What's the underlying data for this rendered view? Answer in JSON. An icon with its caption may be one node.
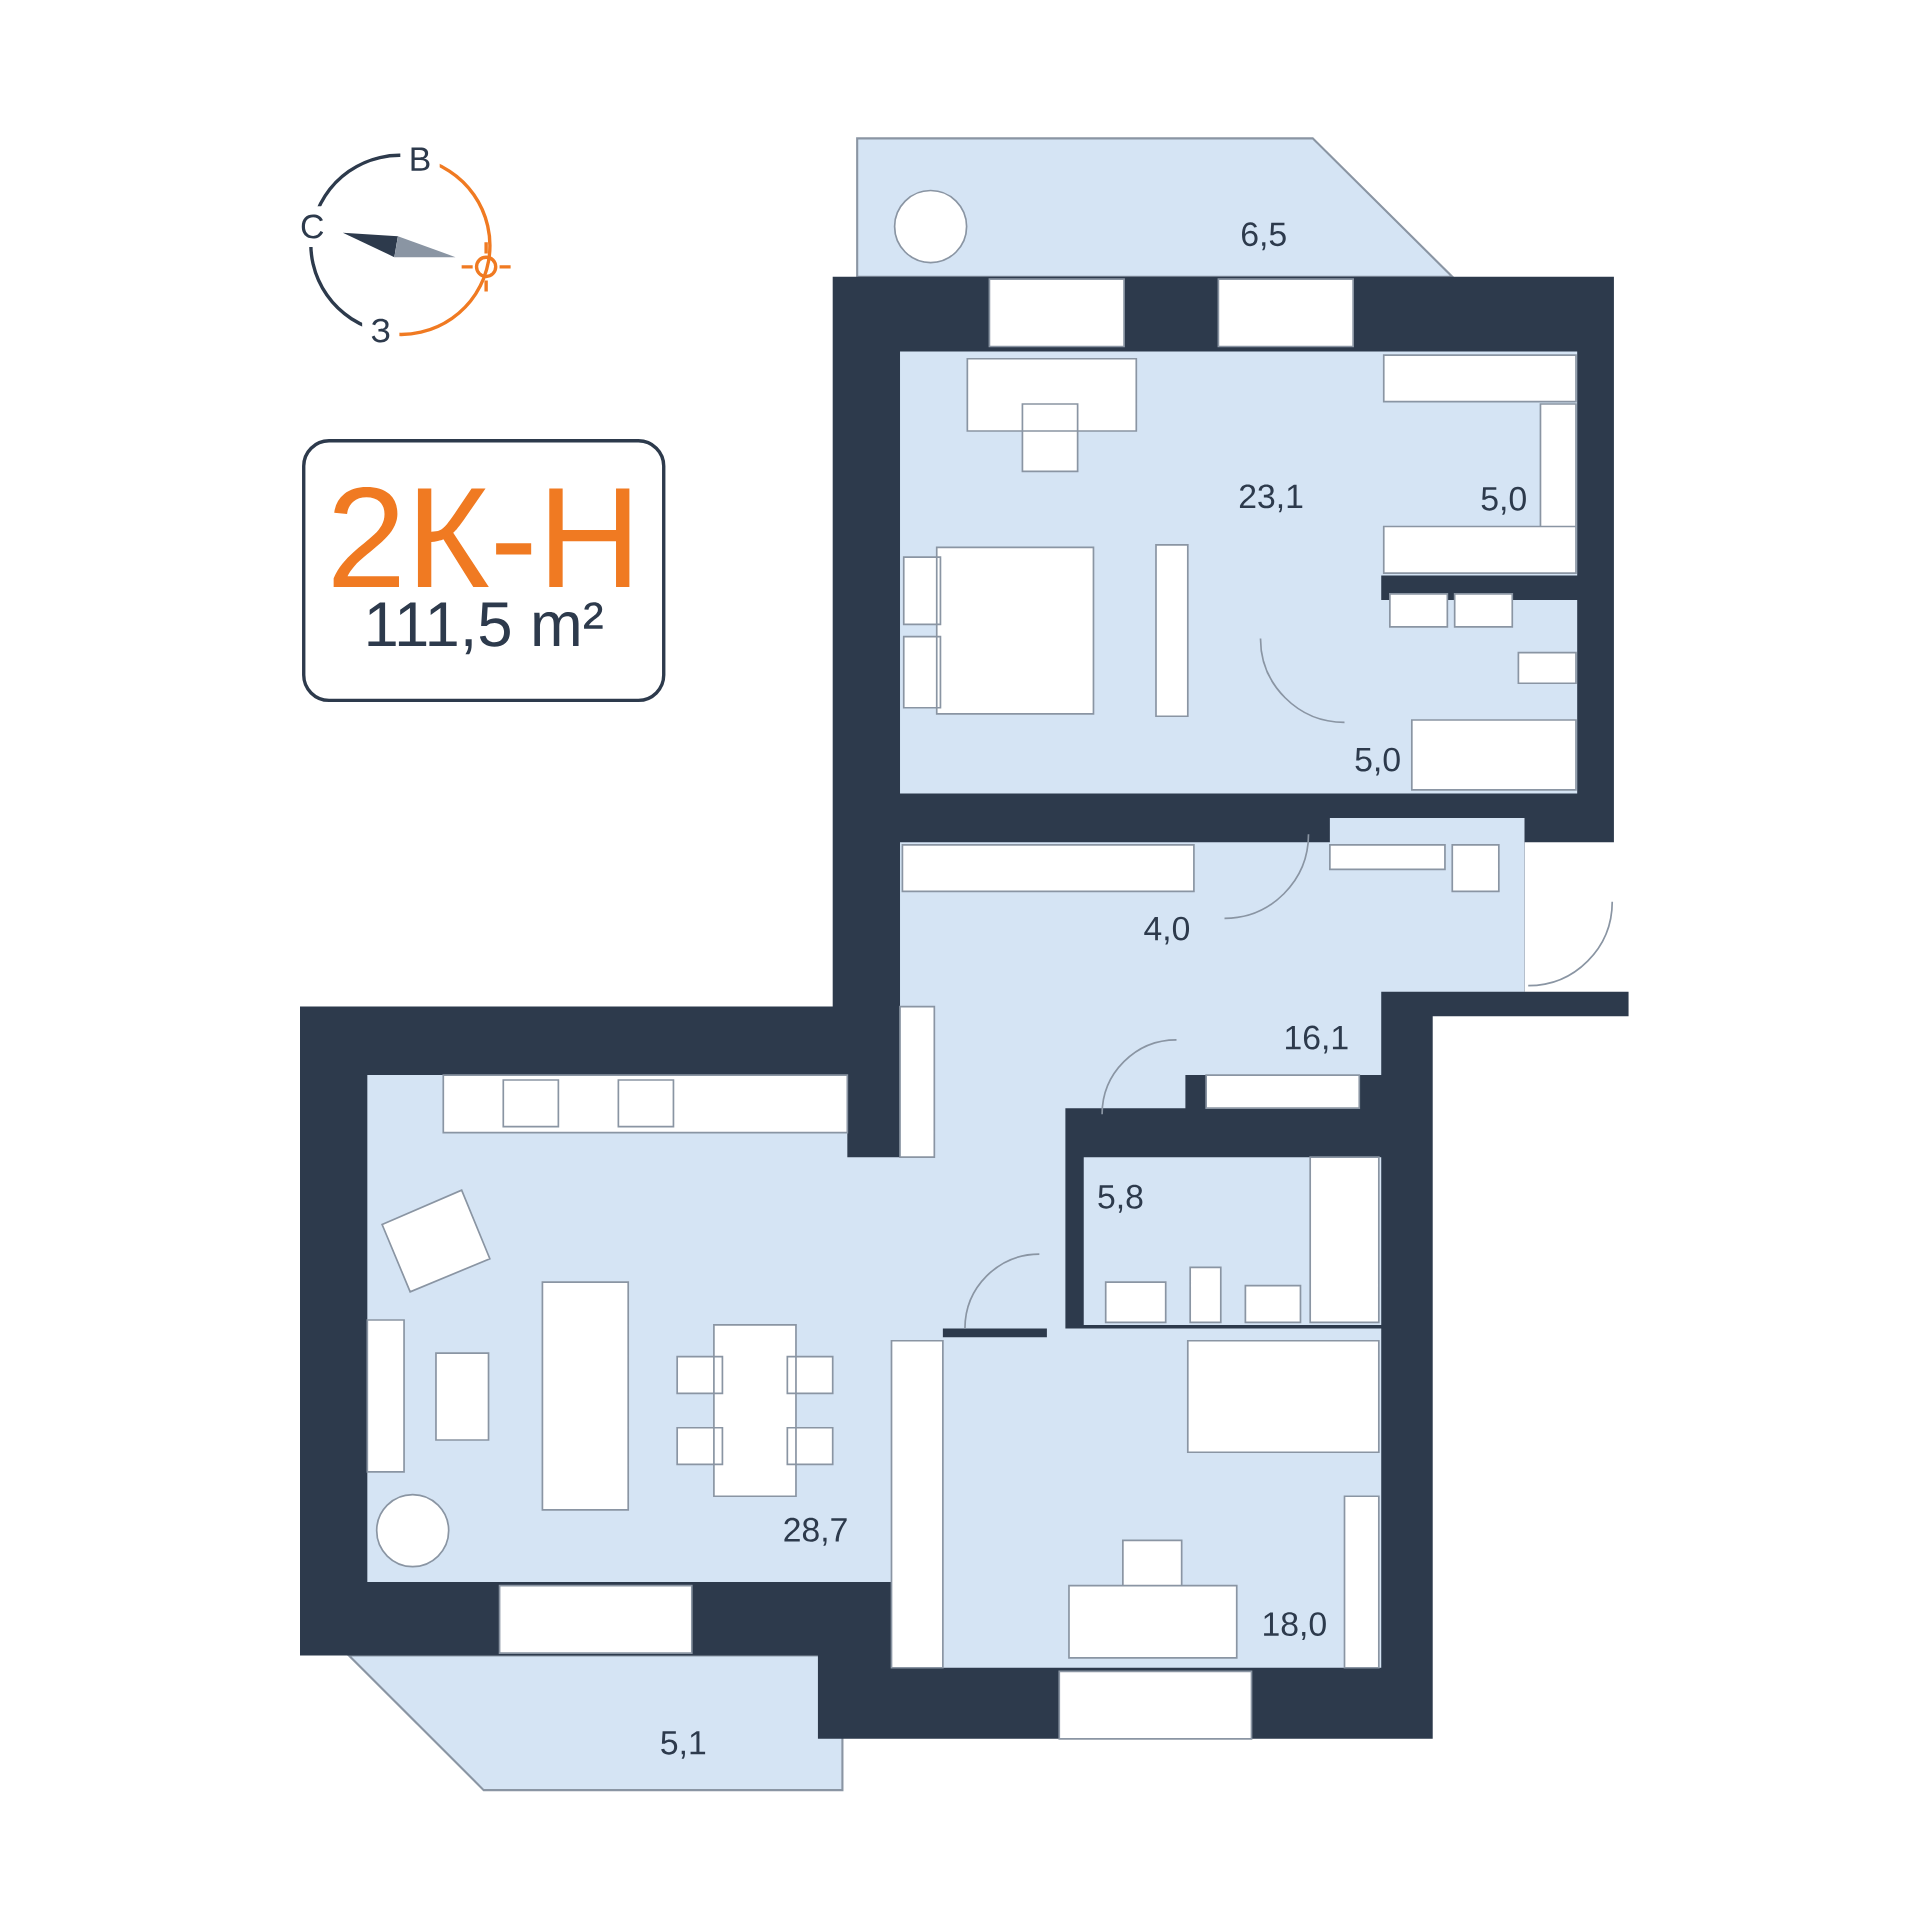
{
  "diagram": {
    "nodes": [
      {
        "text": [
          "2К-Н",
          "111,5 m²"
        ]
      }
    ],
    "labels": [
      "В",
      "С",
      "З",
      "6,5",
      "23,1",
      "5,0",
      "5,0",
      "4,0",
      "16,1",
      "5,8",
      "28,7",
      "18,0",
      "5,1"
    ]
  }
}
